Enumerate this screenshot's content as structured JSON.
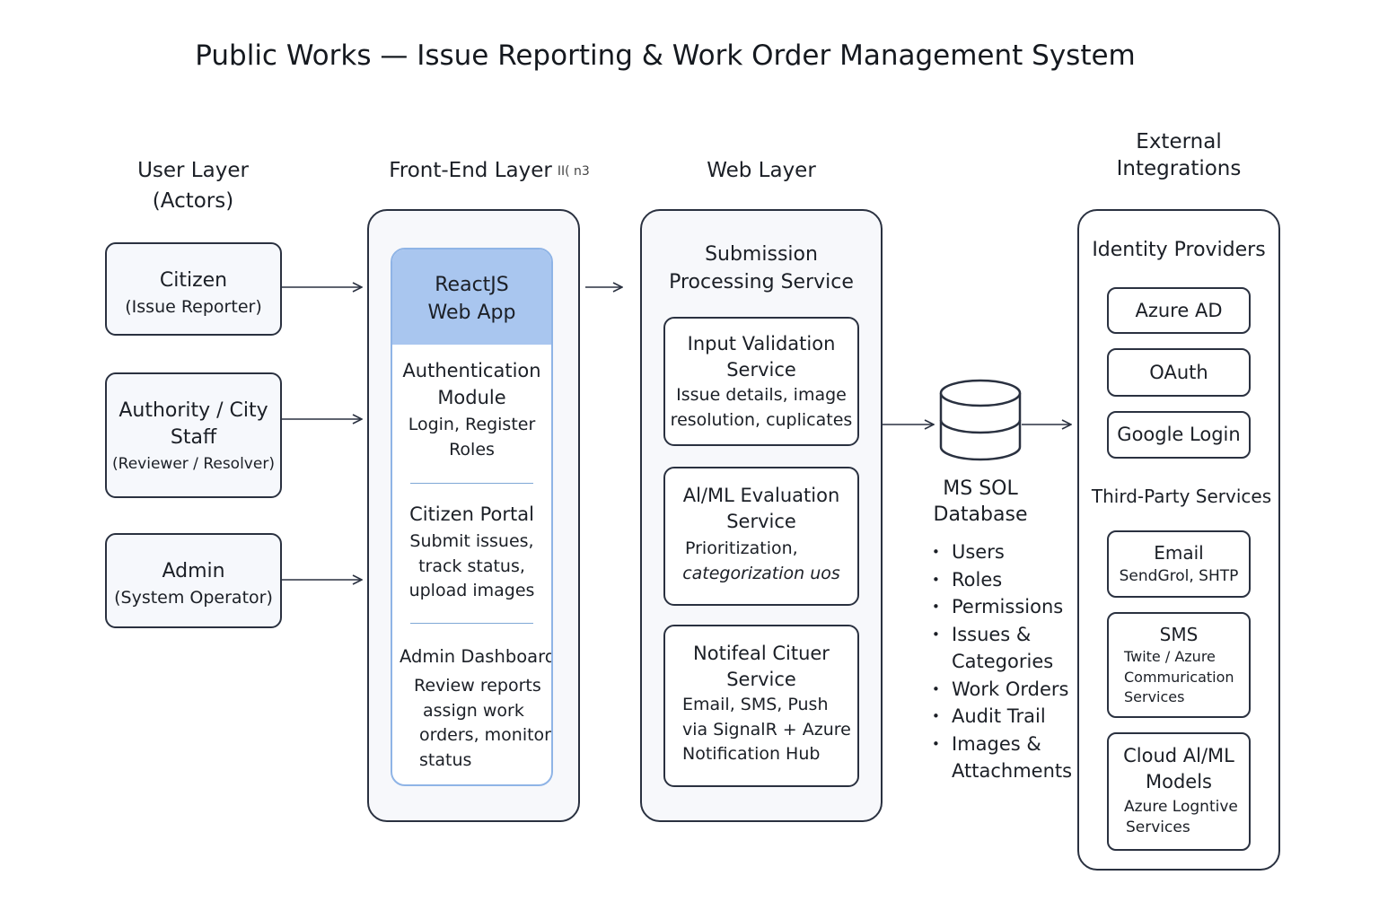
{
  "title": "Public Works — Issue Reporting & Work Order Management System",
  "layers": {
    "user": {
      "line1": "User Layer",
      "line2": "(Actors)"
    },
    "frontend": {
      "label": "Front-End Layer",
      "extra": "II( n3"
    },
    "web": {
      "label": "Web Layer"
    },
    "external": {
      "line1": "External",
      "line2": "Integrations"
    }
  },
  "actors": [
    {
      "title": "Citizen",
      "subtitle": "(Issue Reporter)"
    },
    {
      "title_line1": "Authority / City",
      "title_line2": "Staff",
      "subtitle": "(Reviewer / Resolver)"
    },
    {
      "title": "Admin",
      "subtitle": "(System Operator)"
    }
  ],
  "frontend": {
    "app_line1": "ReactJS",
    "app_line2": "Web App",
    "modules": [
      {
        "title_line1": "Authentication",
        "title_line2": "Module",
        "desc_line1": "Login, Register",
        "desc_line2": "Roles"
      },
      {
        "title": "Citizen Portal",
        "desc_line1": "Submit issues,",
        "desc_line2": "track status,",
        "desc_line3": "upload images"
      },
      {
        "title": "Admin Dashboard",
        "desc_line1": "Review reports",
        "desc_line2": "assign work",
        "desc_line3": "orders, monitor",
        "desc_line4": "status"
      }
    ]
  },
  "web": {
    "heading_line1": "Submission",
    "heading_line2": "Processing Service",
    "services": [
      {
        "title_line1": "Input Validation",
        "title_line2": "Service",
        "desc_line1": "Issue details, image",
        "desc_line2": "resolution, cuplicates"
      },
      {
        "title_line1": "Al/ML Evaluation",
        "title_line2": "Service",
        "desc_line1": "Prioritization,",
        "desc_line2": "categorization uos"
      },
      {
        "title_line1": "Notifeal Cituer",
        "title_line2": "Service",
        "desc_line1": "Email, SMS, Push",
        "desc_line2": "via SignalR + Azure",
        "desc_line3": "Notification Hub"
      }
    ]
  },
  "database": {
    "line1": "MS SOL",
    "line2": "Database",
    "tables": [
      "Users",
      "Roles",
      "Permissions",
      "Issues &",
      "Categories",
      "Work Orders",
      "Audit Trail",
      "Images &",
      "Attachments"
    ]
  },
  "external": {
    "identity_heading": "Identity Providers",
    "identity": [
      "Azure AD",
      "OAuth",
      "Google Login"
    ],
    "third_party_heading": "Third-Party Services",
    "email": {
      "title": "Email",
      "desc": "SendGrol, SHTP"
    },
    "sms": {
      "title": "SMS",
      "desc_line1": "Twite / Azure",
      "desc_line2": "Commurication",
      "desc_line3": "Services"
    },
    "ai": {
      "title_line1": "Cloud Al/ML",
      "title_line2": "Models",
      "desc_line1": "Azure Logntive",
      "desc_line2": "Services"
    }
  },
  "colors": {
    "stroke": "#2a3140",
    "react_header": "#a9c6ef",
    "react_border": "#8fb4e6",
    "panel_fill": "#f7f8fb"
  }
}
